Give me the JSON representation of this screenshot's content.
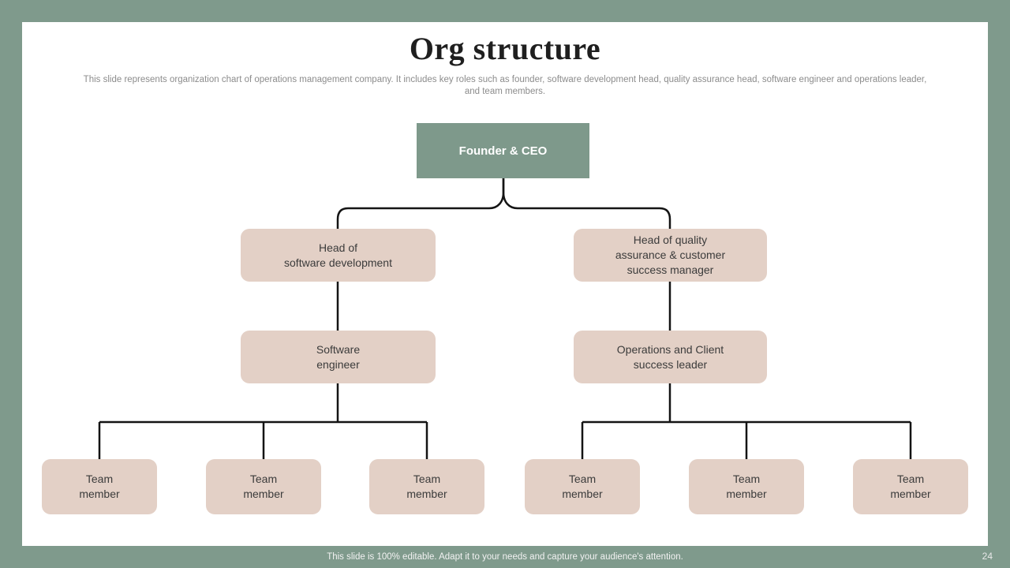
{
  "slide": {
    "title": "Org structure",
    "subtitle": "This slide represents organization chart of operations management company. It includes key roles such as founder, software development head, quality assurance head, software engineer and operations leader, and team members.",
    "footer": "This slide is 100% editable. Adapt it to your needs and capture your audience's attention.",
    "page_number": "24"
  },
  "colors": {
    "frame_background": "#7F9A8C",
    "slide_background": "#FFFFFF",
    "root_node_fill": "#7E998B",
    "node_fill": "#E3D0C6",
    "connector_stroke": "#141414",
    "title_text": "#1F1F1F",
    "subtitle_text": "#8C8C8C",
    "node_text": "#3B3B3B",
    "root_node_text": "#FFFFFF"
  },
  "org_chart": {
    "root": {
      "label": "Founder & CEO"
    },
    "level2": [
      {
        "label": "Head of\nsoftware development"
      },
      {
        "label": "Head of quality\nassurance & customer\nsuccess manager"
      }
    ],
    "level3": [
      {
        "label": "Software\nengineer"
      },
      {
        "label": "Operations and Client\nsuccess leader"
      }
    ],
    "team_members": [
      {
        "label": "Team\nmember"
      },
      {
        "label": "Team\nmember"
      },
      {
        "label": "Team\nmember"
      },
      {
        "label": "Team\nmember"
      },
      {
        "label": "Team\nmember"
      },
      {
        "label": "Team\nmember"
      }
    ]
  }
}
